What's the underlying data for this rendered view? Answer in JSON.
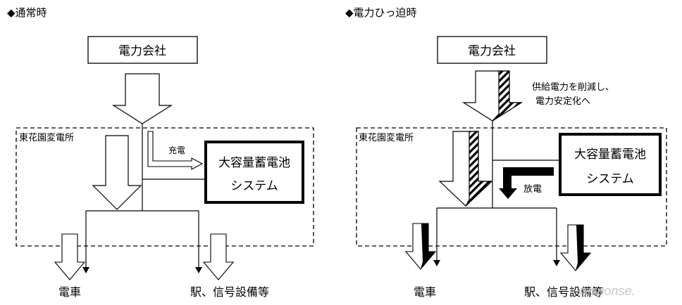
{
  "left": {
    "header": "◆通常時",
    "power_company": "電力会社",
    "substation": "東花園変電所",
    "charge_label": "充電",
    "battery_line1": "大容量蓄電池",
    "battery_line2": "システム",
    "train": "電車",
    "station": "駅、信号設備等"
  },
  "right": {
    "header": "◆電力ひっ迫時",
    "power_company": "電力会社",
    "note_line1": "供給電力を削減し、",
    "note_line2": "電力安定化へ",
    "substation": "東花園変電所",
    "discharge_label": "放電",
    "battery_line1": "大容量蓄電池",
    "battery_line2": "システム",
    "train": "電車",
    "station": "駅、信号設備等"
  },
  "watermark": "response."
}
